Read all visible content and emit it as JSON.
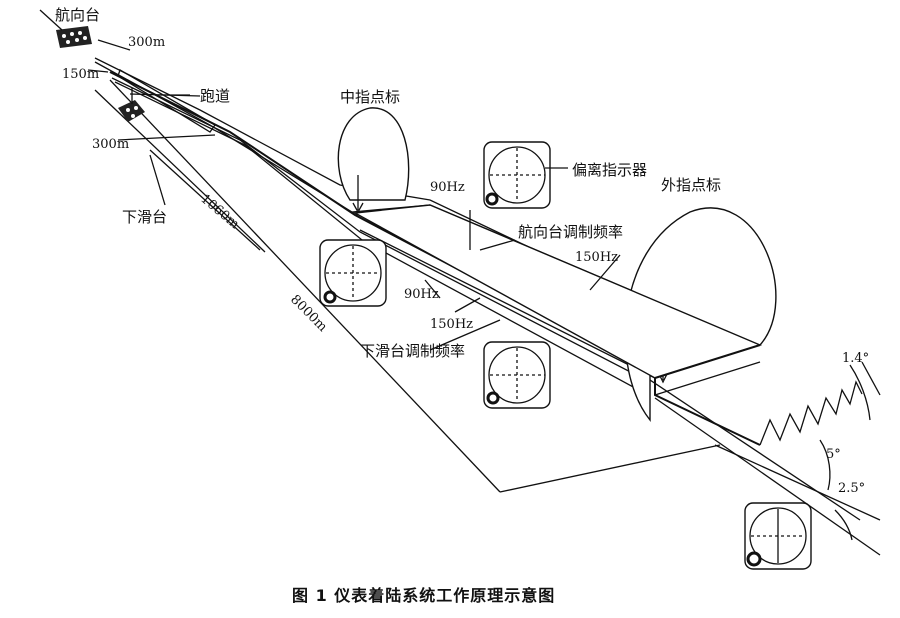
{
  "labels": {
    "localizer": "航向台",
    "runway": "跑道",
    "glideslope": "下滑台",
    "middle_marker": "中指点标",
    "outer_marker": "外指点标",
    "deviation_indicator": "偏离指示器",
    "localizer_mod_freq": "航向台调制频率",
    "glideslope_mod_freq": "下滑台调制频率"
  },
  "dimensions": {
    "d300_top": "300m",
    "d150": "150m",
    "d300_bottom": "300m",
    "d1060": "1060m",
    "d8000": "8000m"
  },
  "frequencies": {
    "loc_90": "90Hz",
    "loc_150": "150Hz",
    "gs_90": "90Hz",
    "gs_150": "150Hz"
  },
  "angles": {
    "width": "1.4°",
    "azimuth": "5°",
    "glide": "2.5°"
  },
  "caption": "图 1   仪表着陆系统工作原理示意图"
}
